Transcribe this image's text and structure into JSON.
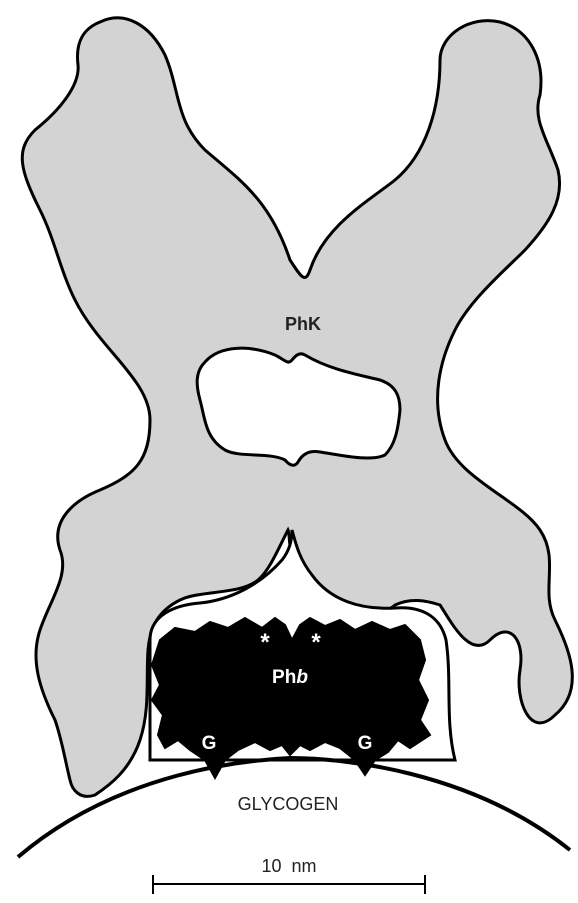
{
  "labels": {
    "phk": "PhK",
    "phb_prefix": "Ph",
    "phb_suffix": "b",
    "asterisk_left": "*",
    "asterisk_right": "*",
    "g_left": "G",
    "g_right": "G",
    "glycogen": "GLYCOGEN",
    "scale": "10  nm"
  },
  "colors": {
    "phk_fill": "#d3d3d3",
    "phb_fill": "#000000",
    "outline": "#000000",
    "background": "#ffffff"
  }
}
